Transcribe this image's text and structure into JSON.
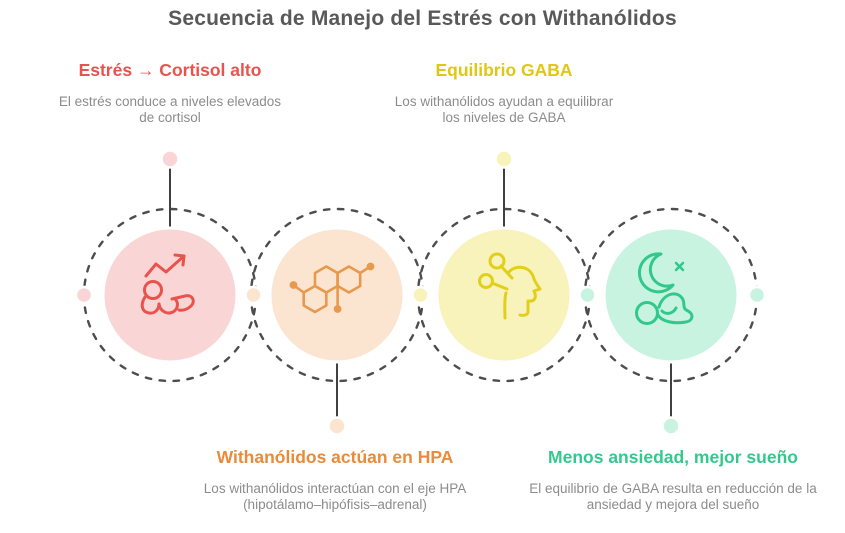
{
  "title": "Secuencia de Manejo del Estrés con Withanólidos",
  "theme": {
    "background": "#ffffff",
    "title_text": "#595959",
    "description_text": "#8c8c8c",
    "connector_line": "#404040",
    "dashed_ring": "#4d4d4d"
  },
  "steps": [
    {
      "order": 1,
      "label_position": "top",
      "label": "Estrés → Cortisol alto",
      "description": "El estrés conduce a niveles elevados de cortisol",
      "accent_color": "#e8544d",
      "fill_color": "#f9d6d5",
      "icon_color": "#e8544d",
      "icon": "stressed-person-rising-arrow-icon"
    },
    {
      "order": 2,
      "label_position": "bottom",
      "label": "Withanólidos actúan en HPA",
      "description": "Los withanólidos interactúan con el eje HPA (hipotálamo–hipófisis–adrenal)",
      "accent_color": "#e98b3a",
      "fill_color": "#fbe4d0",
      "icon_color": "#e8994c",
      "icon": "withanolide-molecule-icon"
    },
    {
      "order": 3,
      "label_position": "top",
      "label": "Equilibrio GABA",
      "description": "Los withanólidos ayudan a equilibrar los niveles de GABA",
      "accent_color": "#e0c713",
      "fill_color": "#f8f2bb",
      "icon_color": "#e2cf1c",
      "icon": "head-neurotransmitter-icon"
    },
    {
      "order": 4,
      "label_position": "bottom",
      "label": "Menos ansiedad, mejor sueño",
      "description": "El equilibrio de GABA resulta en reducción de la ansiedad y mejora del sueño",
      "accent_color": "#33c98e",
      "fill_color": "#c8f3e0",
      "icon_color": "#30c98b",
      "icon": "moon-sleeping-person-icon"
    }
  ]
}
